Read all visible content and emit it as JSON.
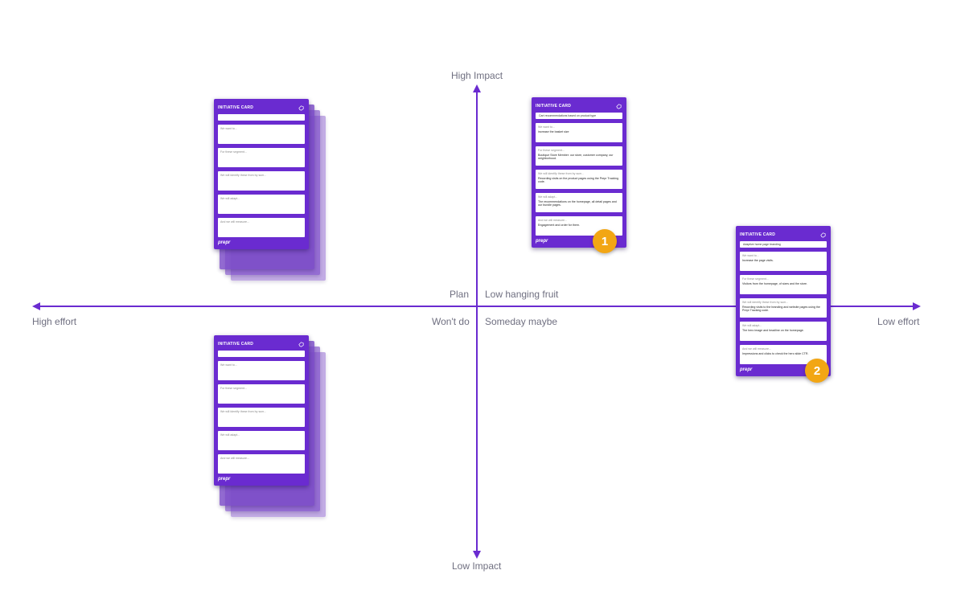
{
  "axes": {
    "top": "High Impact",
    "bottom": "Low Impact",
    "left": "High effort",
    "right": "Low effort",
    "color": "#6a2bd0"
  },
  "quadrants": {
    "top_left": "Plan",
    "top_right": "Low hanging fruit",
    "bottom_left": "Won't do",
    "bottom_right": "Someday maybe"
  },
  "card_template": {
    "title": "INITIATIVE CARD",
    "brand": "prepr",
    "color": "#6a2bd0"
  },
  "cards": [
    {
      "id": "blank-stack-top",
      "stacked": true,
      "main": "",
      "sections": [
        {
          "label": "",
          "question": "We want to...",
          "answer": ""
        },
        {
          "label": "",
          "question": "For these segment...",
          "answer": ""
        },
        {
          "label": "",
          "question": "We will identify these from by sum...",
          "answer": ""
        },
        {
          "label": "",
          "question": "We will adapt...",
          "answer": ""
        },
        {
          "label": "",
          "question": "And we will measure...",
          "answer": ""
        }
      ],
      "footer": ""
    },
    {
      "id": "blank-stack-bottom",
      "stacked": true,
      "main": "",
      "sections": [
        {
          "label": "",
          "question": "We want to...",
          "answer": ""
        },
        {
          "label": "",
          "question": "For these segment...",
          "answer": ""
        },
        {
          "label": "",
          "question": "We will identify these from by sum...",
          "answer": ""
        },
        {
          "label": "",
          "question": "We will adapt...",
          "answer": ""
        },
        {
          "label": "",
          "question": "And we will measure...",
          "answer": ""
        }
      ],
      "footer": ""
    },
    {
      "id": "card-1",
      "stacked": false,
      "badge": "1",
      "main": "Cart recommendations based on product type",
      "sections": [
        {
          "label": "",
          "question": "We want to...",
          "answer": "increase the basket size"
        },
        {
          "label": "",
          "question": "For these segment...",
          "answer": "Boutique Store Member: our store, customer company, our neighborhood."
        },
        {
          "label": "",
          "question": "We will identify these from by sum...",
          "answer": "Recording visits on the product pages using the Prepr Tracking code."
        },
        {
          "label": "",
          "question": "We will adapt...",
          "answer": "The recommendations on the homepage, all detail pages and our bundle pages."
        },
        {
          "label": "",
          "question": "And we will measure...",
          "answer": "Engagement and order for them."
        }
      ],
      "footer": ""
    },
    {
      "id": "card-2",
      "stacked": false,
      "badge": "2",
      "main": "Adaptive home page branding",
      "sections": [
        {
          "label": "",
          "question": "We want to...",
          "answer": "Increase the page visits."
        },
        {
          "label": "",
          "question": "For these segment...",
          "answer": "Visitors from the homepage, of sizes and the store."
        },
        {
          "label": "",
          "question": "We will identify these from by sum...",
          "answer": "Recording visits to the branding and website pages using the Prepr Tracking code."
        },
        {
          "label": "",
          "question": "We will adapt...",
          "answer": "The hero image and headline on the homepage."
        },
        {
          "label": "",
          "question": "And we will measure...",
          "answer": "Impressions and clicks to check the hero slide CTR."
        }
      ],
      "footer": ""
    }
  ]
}
